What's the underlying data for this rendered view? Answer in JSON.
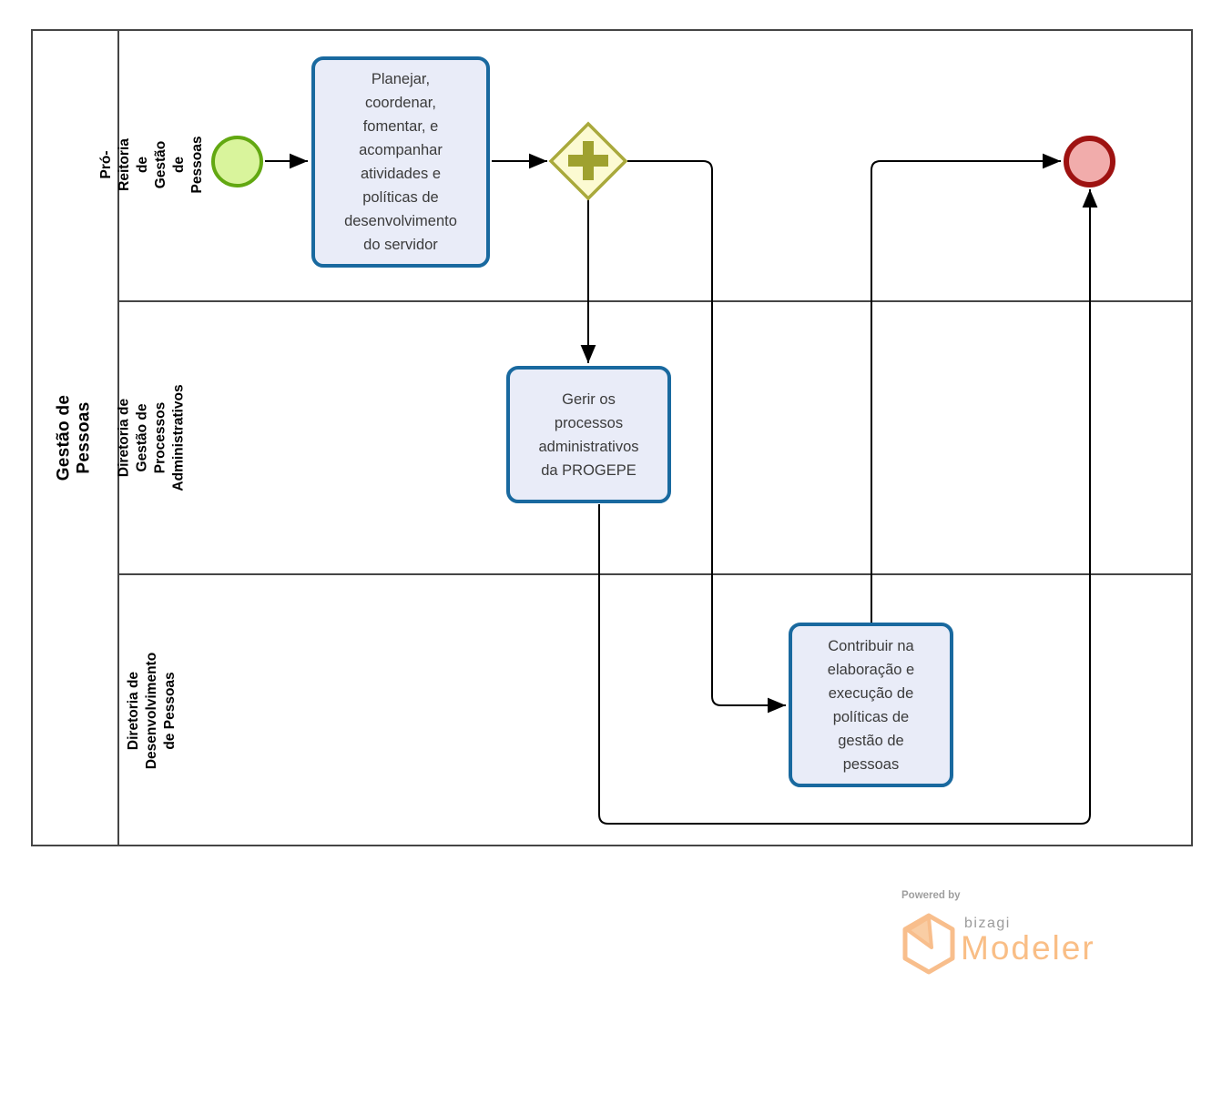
{
  "pool": {
    "label": "Gestão de Pessoas",
    "lanes": [
      {
        "label": "Pró-Reitoria de Gestão de\nPessoas"
      },
      {
        "label": "Diretoria de Gestão de\nProcessos Administrativos"
      },
      {
        "label": "Diretoria de Desenvolvimento\nde Pessoas"
      }
    ]
  },
  "nodes": {
    "start_event": {
      "type": "start-event"
    },
    "task_planejar": {
      "label": "Planejar,\ncoordenar,\nfomentar, e\nacompanhar\natividades e\npolíticas de\ndesenvolvimento\ndo servidor"
    },
    "gateway": {
      "type": "parallel-gateway"
    },
    "task_gerir": {
      "label": "Gerir os\nprocessos\nadministrativos\nda PROGEPE"
    },
    "task_contribuir": {
      "label": "Contribuir na\nelaboração e\nexecução de\npolíticas de\ngestão de\npessoas"
    },
    "end_event": {
      "type": "end-event"
    }
  },
  "flows": [
    {
      "from": "start-event",
      "to": "task-planejar"
    },
    {
      "from": "task-planejar",
      "to": "parallel-gateway"
    },
    {
      "from": "parallel-gateway",
      "to": "task-gerir"
    },
    {
      "from": "parallel-gateway",
      "to": "task-contribuir"
    },
    {
      "from": "task-contribuir",
      "to": "end-event"
    },
    {
      "from": "task-gerir",
      "to": "end-event"
    }
  ],
  "colors": {
    "task_fill": "#E9ECF8",
    "task_border": "#19699F",
    "start_fill": "#D9F49C",
    "start_border": "#62A811",
    "end_fill": "#F1ACAB",
    "end_border": "#9E1211",
    "gateway_fill": "#FCFAD2",
    "gateway_border": "#A9A93B",
    "flow_line": "#000000",
    "brand_orange": "#F9BE86",
    "brand_gray": "#9B9B9B"
  },
  "footer": {
    "powered_by": "Powered by",
    "brand": "bizagi",
    "product": "Modeler"
  }
}
